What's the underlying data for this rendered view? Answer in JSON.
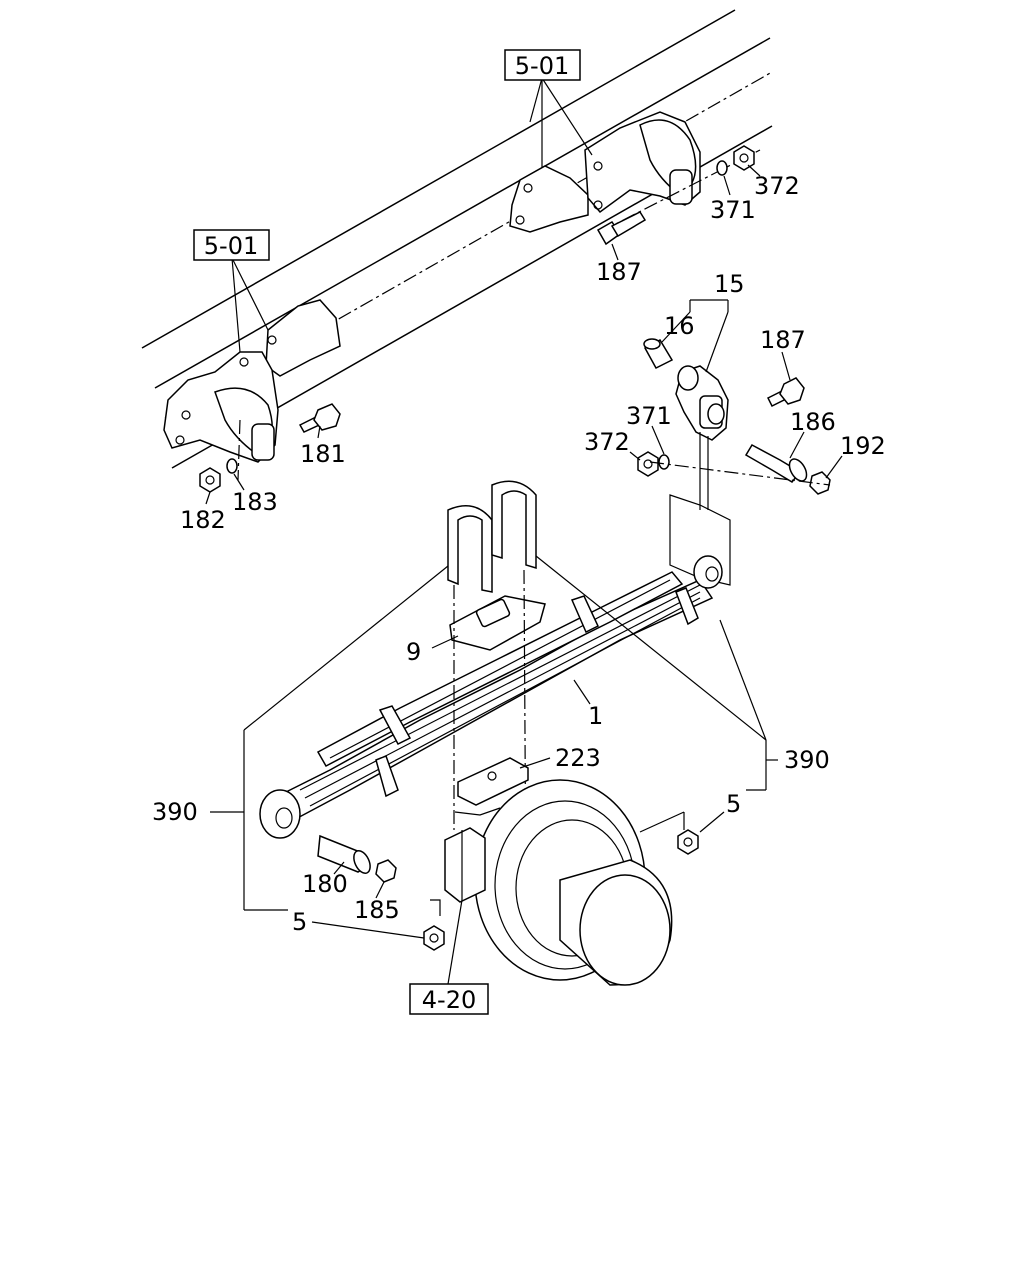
{
  "references": {
    "frame_top": "5-01",
    "frame_left": "5-01",
    "axle": "4-20"
  },
  "callouts": {
    "c372_top": "372",
    "c371_top": "371",
    "c187_top": "187",
    "c15": "15",
    "c16": "16",
    "c187_right": "187",
    "c371_mid": "371",
    "c372_mid": "372",
    "c186": "186",
    "c192": "192",
    "c181": "181",
    "c182": "182",
    "c183": "183",
    "c9": "9",
    "c1": "1",
    "c223": "223",
    "c390_right": "390",
    "c390_left": "390",
    "c5_right": "5",
    "c5_left": "5",
    "c180": "180",
    "c185": "185"
  }
}
